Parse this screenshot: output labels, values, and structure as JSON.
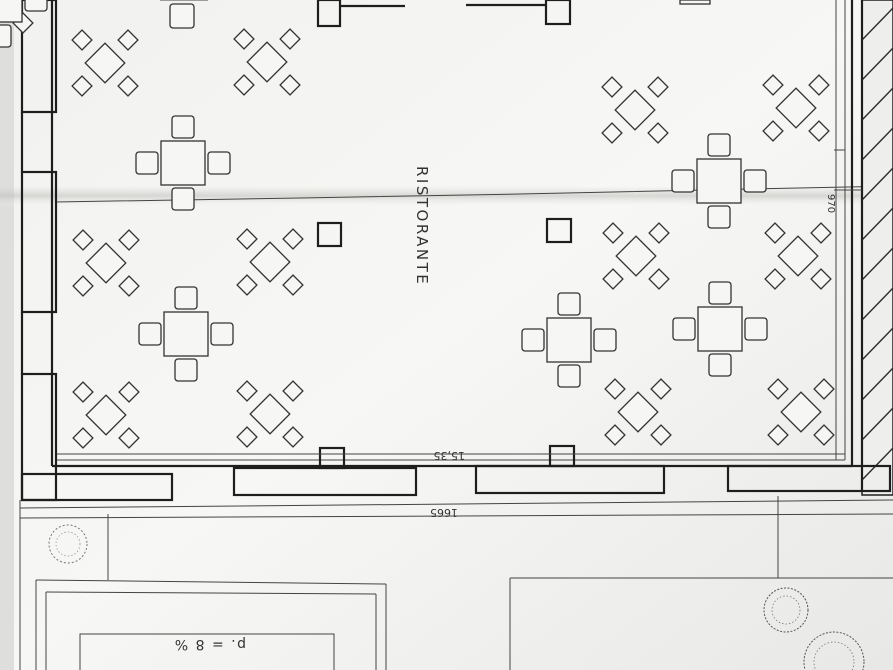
{
  "plan": {
    "room_label": "RISTORANTE",
    "dim_inner_width": "15,35",
    "dim_outer_width": "1665",
    "dim_height": "970",
    "slope_label": "p. = 8 %"
  },
  "colors": {
    "paper": "#f3f3f1",
    "paper_shadow": "#d9d9d7",
    "ink": "#1e1e1e"
  }
}
